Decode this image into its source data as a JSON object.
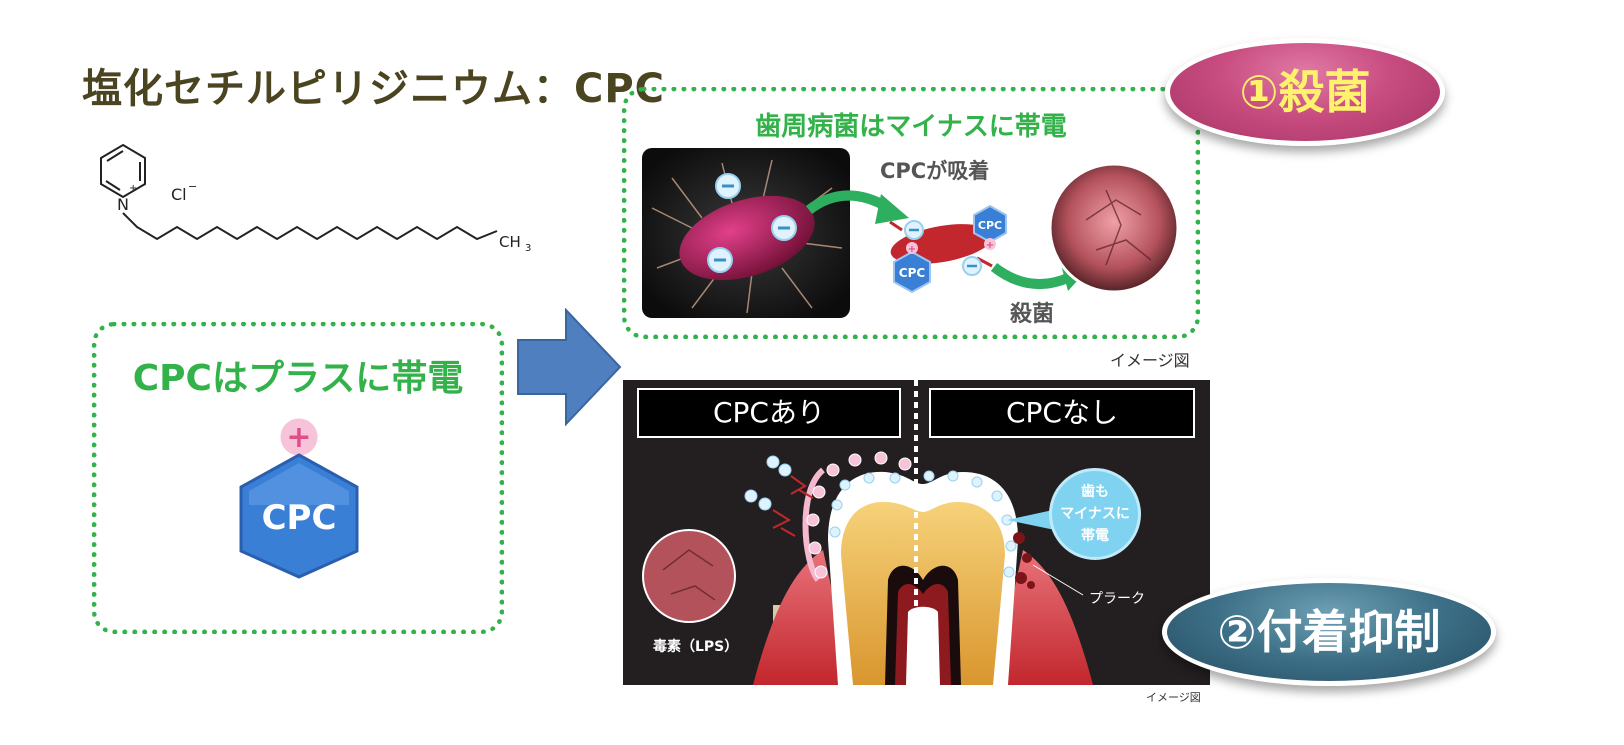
{
  "title": "塩化セチルピリジニウム：CPC",
  "structure": {
    "counter_ion": "Cl",
    "counter_ion_charge": "−",
    "nitrogen": "N",
    "nitrogen_charge": "+",
    "terminal_group": "CH",
    "terminal_subscript": "3"
  },
  "left_panel": {
    "heading": "CPCはプラスに帯電",
    "hex_label": "CPC",
    "plus_symbol": "+"
  },
  "top_panel": {
    "heading": "歯周病菌はマイナスに帯電",
    "adsorb_label": "CPCが吸着",
    "kill_label": "殺菌",
    "hex_label_1": "CPC",
    "hex_label_2": "CPC",
    "image_note": "イメージ図"
  },
  "bottom_panel": {
    "label_with": "CPCあり",
    "label_without": "CPCなし",
    "tooth_bubble_lines": [
      "歯も",
      "マイナスに",
      "帯電"
    ],
    "plaque_label": "プラーク",
    "lps_label": "毒素（LPS）",
    "image_note": "イメージ図"
  },
  "badges": {
    "badge_1": "①殺菌",
    "badge_2": "②付着抑制"
  },
  "colors": {
    "accent_green": "#33b24a",
    "title_text": "#4a4520",
    "arrow_blue": "#4f7fbf",
    "cpc_hex_blue": "#3a7fd6",
    "badge_1_pink": "#c84c80",
    "badge_1_text": "#fff36b",
    "badge_2_teal": "#3c6f86"
  },
  "icons": {
    "big_arrow": "right-arrow-icon",
    "cpc_molecule": "hexagon-cpc-icon",
    "plus": "plus-icon",
    "minus": "minus-icon"
  }
}
